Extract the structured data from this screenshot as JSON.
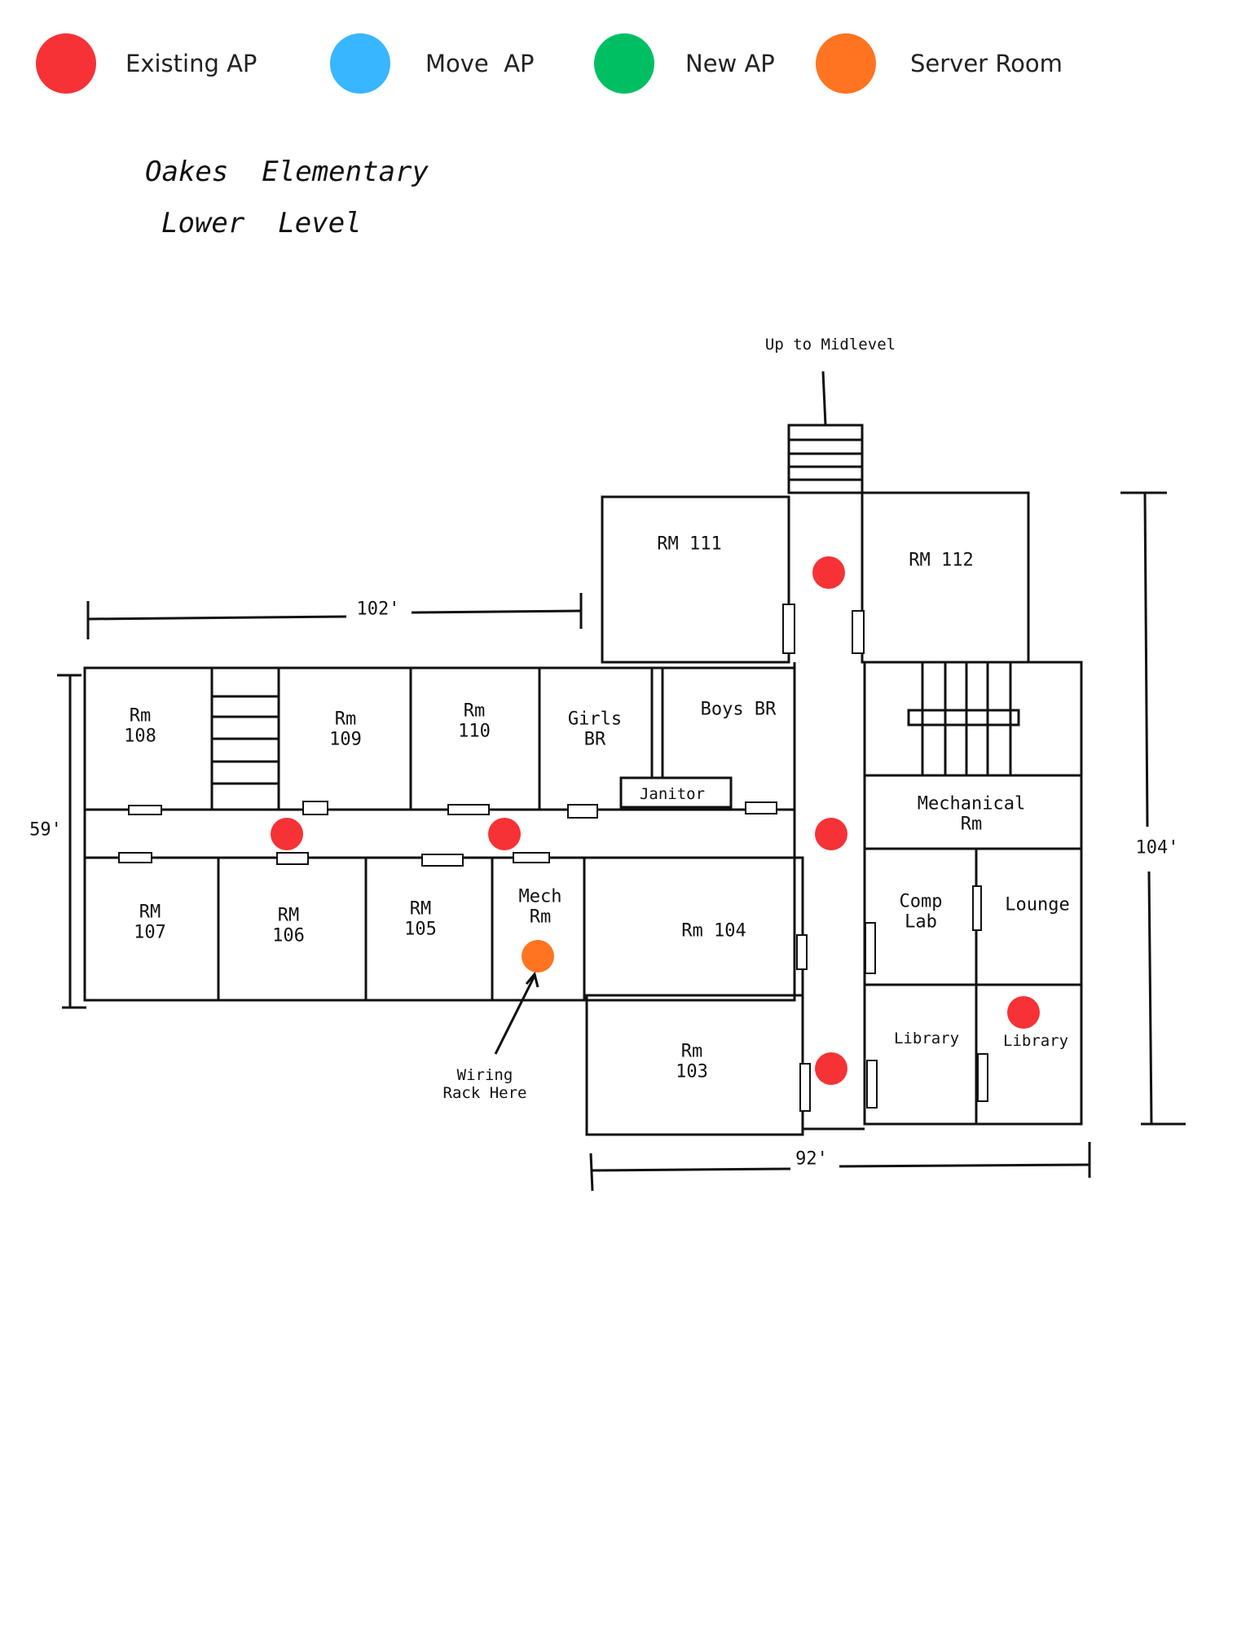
{
  "legend": [
    {
      "label": "Existing AP",
      "color": "#f63236"
    },
    {
      "label": "Move  AP",
      "color": "#38b6ff"
    },
    {
      "label": "New AP",
      "color": "#00bf63"
    },
    {
      "label": "Server Room",
      "color": "#ff7420"
    }
  ],
  "title": {
    "line1": "Oakes  Elementary",
    "line2": "Lower  Level"
  },
  "annotations": {
    "stairs_up": "Up to Midlevel",
    "wiring": "Wiring\nRack Here"
  },
  "dimensions": {
    "top": "102'",
    "left": "59'",
    "right": "104'",
    "bottom": "92'"
  },
  "rooms": {
    "rm111": "RM 111",
    "rm112": "RM 112",
    "rm108": "Rm\n108",
    "rm109": "Rm\n109",
    "rm110": "Rm\n110",
    "girls_br": "Girls\nBR",
    "boys_br": "Boys BR",
    "janitor": "Janitor",
    "mechanical_rm": "Mechanical\nRm",
    "rm107": "RM\n107",
    "rm106": "RM\n106",
    "rm105": "RM\n105",
    "mech_rm": "Mech\nRm",
    "rm104": "Rm 104",
    "rm103": "Rm\n103",
    "comp_lab": "Comp\nLab",
    "lounge": "Lounge",
    "library1": "Library",
    "library2": "Library"
  }
}
